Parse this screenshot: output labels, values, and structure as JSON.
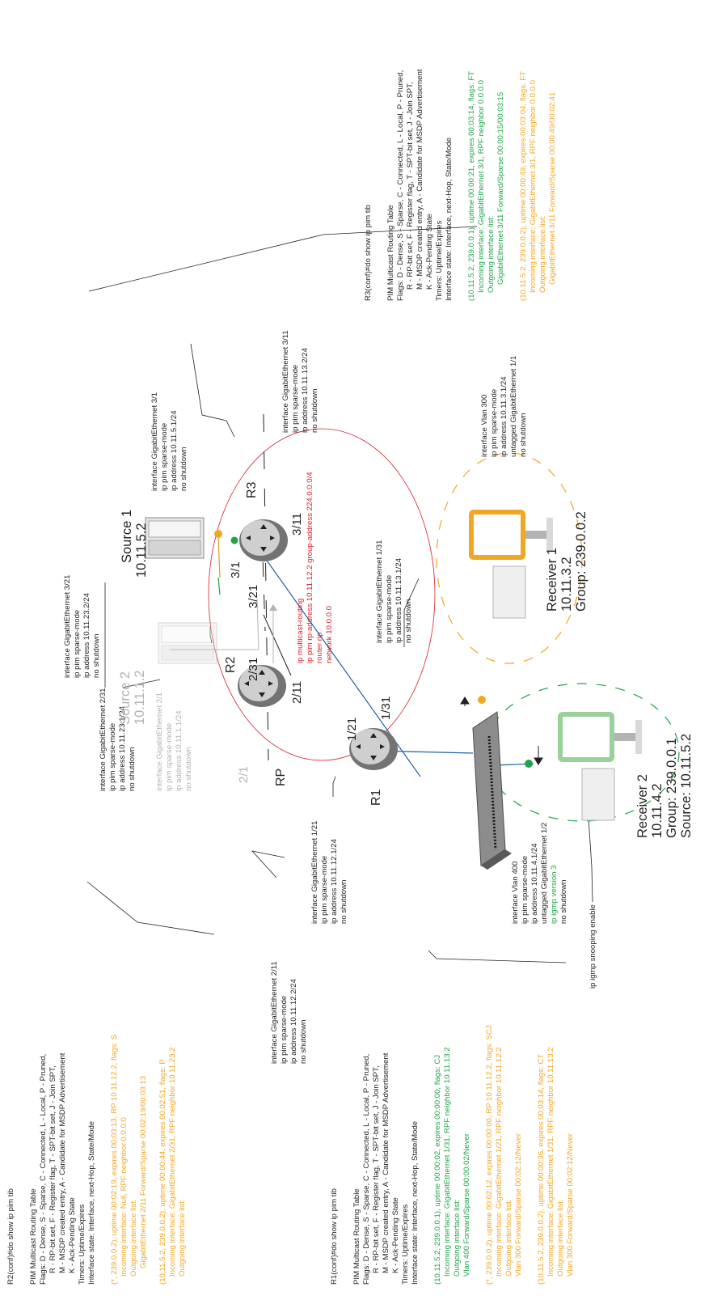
{
  "colors": {
    "text": "#231f20",
    "green": "#1fa44a",
    "orange": "#f1a624",
    "red": "#d4202b",
    "blue": "#1f63a8",
    "gray": "#b3b3b3"
  },
  "r2_table": {
    "cmd": "R2(conf)#do show ip pim tib",
    "lines": [
      "PIM Multicast Routing Table",
      "Flags: D - Dense, S - Sparse, C - Connected, L - Local, P - Pruned,",
      "R - RP-bit set, F - Register flag, T - SPT-bit set, J - Join SPT,",
      "M - MSDP created entry, A - Candidate for MSDP Advertisement",
      "K - Ack-Pending State",
      "Timers: Uptime/Expires",
      "Interface state: Interface, next-Hop, State/Mode"
    ],
    "entry1": [
      "(*, 239.0.0.2), uptime 00:02:19, expires 00:03:13, RP 10.11.12.2, flags: S",
      "Incoming interface: Null, RPF neighbor 0.0.0.0",
      "Outgoing interface list:",
      "GigabitEthernet 2/11 Forward/Sparse   00:02:19/00:03:13"
    ],
    "entry2": [
      "(10.11.5.2, 239.0.0.2), uptime 00:00:44, expires 00:02:51, flags: P",
      "Incoming interface: GigabitEthernet 2/31, RPF neighbor 10.11.23.2",
      "Outgoing interface list:"
    ]
  },
  "r1_table": {
    "cmd": "R1(conf)#do show ip pim tib",
    "lines": [
      "PIM Multicast Routing Table",
      "Flags: D - Dense, S - Sparse, C - Connected, L - Local, P - Pruned,",
      "R - RP-bit set, F - Register flag, T - SPT-bit set, J - Join SPT,",
      "M - MSDP created entry, A - Candidate for MSDP Advertisement",
      "K - Ack-Pending State",
      "Timers: Uptime/Expires",
      "Interface state: Interface, next-Hop, State/Mode"
    ],
    "entry1": [
      "(10.11.5.2, 239.0.0.1), uptime 00:00:02, expires 00:00:00, flags: CJ",
      "Incoming interface: GigabitEthernet 1/31, RPF neighbor 10.11.13.2",
      "Outgoing interface list:",
      "Vlan 400  Forward/Sparse   00:00:02/Never"
    ],
    "entry2": [
      "(*, 239.0.0.2), uptime 00:02:12, expires 00:00:00, RP 10.11.12.2, flags: SCJ",
      "Incoming interface: GigabitEthernet 1/21, RPF neighbor 10.11.12.2",
      "Outgoing interface list:",
      "Vlan 300  Forward/Sparse   00:02:12/Never"
    ],
    "entry3": [
      "(10.11.5.2, 239.0.0.2), uptime 00:00:36, expires 00:03:14, flags: CT",
      "Incoming interface: GigabitEthernet 1/31, RPF neighbor 10.11.13.2",
      "Outgoing interface list:",
      "Vlan 300  Forward/Sparse   00:02:12/Never"
    ]
  },
  "r3_table": {
    "cmd": "R3(conf)#do show ip pim tib",
    "lines": [
      "PIM Multicast Routing Table",
      "Flags: D - Dense, S - Sparse, C - Connected, L - Local, P - Pruned,",
      "R - RP-bit set, F - Register flag, T - SPT-bit set, J - Join SPT,",
      "M - MSDP created entry, A - Candidate for MSDP Advertisement",
      "K - Ack-Pending State",
      "Timers: Uptime/Expires",
      "Interface state: Interface, next-Hop, State/Mode"
    ],
    "entry1": [
      "(10.11.5.2, 239.0.0.1), uptime 00:00:21, expires 00:03:14, flags: FT",
      "Incoming interface: GigabitEthernet 3/1, RPF neighbor 0.0.0.0",
      "Outgoing interface list:",
      "GigabitEthernet 3/11  Forward/Sparse   00:00:15/00:03:15"
    ],
    "entry2": [
      "(10.11.5.2, 239.0.0.2), uptime 00:00:49, expires 00:03:04, flags: FT",
      "Incoming interface: GigabitEthernet 3/1, RPF neighbor 0.0.0.0",
      "Outgoing interface list:",
      "GigabitEthernet 3/11  Forward/Sparse   00:00:49/00:02:41"
    ]
  },
  "configs": {
    "r3_gi31": [
      "interface GigabitEthernet 3/1",
      "ip pim sparse-mode",
      "ip address 10.11.5.1/24",
      "no shutdown"
    ],
    "r3_gi311": [
      "interface GigabitEthernet 3/11",
      "ip pim sparse-mode",
      "ip address 10.11.13.2/24",
      "no shutdown"
    ],
    "r3_gi321": [
      "interface GigabitEthernet 3/21",
      "ip pim sparse-mode",
      "ip address 10.11.23.2/24",
      "no shutdown"
    ],
    "r2_gi231": [
      "interface GigabitEthernet 2/31",
      "ip pim sparse-mode",
      "ip address 10.11.23.1/24",
      "no shutdown"
    ],
    "r2_gi21": [
      "interface GigabitEthernet 2/1",
      "ip pim sparse-mode",
      "ip address 10.11.1.1/24",
      "no shutdown"
    ],
    "r2_gi211": [
      "interface GigabitEthernet 2/11",
      "ip pim sparse-mode",
      "ip address 10.11.12.2/24",
      "no shutdown"
    ],
    "r1_gi131": [
      "interface GigabitEthernet 1/31",
      "ip pim sparse-mode",
      "ip address 10.11.13.1/24",
      "no shutdown"
    ],
    "r1_gi121": [
      "interface GigabitEthernet 1/21",
      "ip pim sparse-mode",
      "ip address 10.11.12.1/24",
      "no shutdown"
    ],
    "vlan300": [
      "interface Vlan 300",
      "ip pim sparse-mode",
      "ip address 10.11.3.1/24",
      "untagged GigabitEthernet 1/1",
      "no shutdown"
    ],
    "vlan400": {
      "lines": [
        "interface Vlan 400",
        "ip pim sparse-mode",
        "ip address 10.11.4.1/24",
        "untagged GigabitEthernet 1/2"
      ],
      "igmp": "ip igmp version 3",
      "end": "no shutdown"
    },
    "snooping": "ip igmp snooping enable",
    "global": [
      "ip multicast-routing",
      "ip pim rp-address 10.11.12.2 group-address 224.0.0.0/4",
      "router rip",
      "network 10.0.0.0"
    ]
  },
  "ports": {
    "p31": "3/1",
    "p311": "3/11",
    "p321": "3/21",
    "p231": "2/31",
    "p211": "2/11",
    "p21": "2/1",
    "p131": "1/31",
    "p121": "1/21"
  },
  "routers": {
    "r1": "R1",
    "r2": "R2",
    "r3": "R3",
    "rp": "RP"
  },
  "source1": {
    "name": "Source 1",
    "ip": "10.11.5.2"
  },
  "source2": {
    "name": "Source 2",
    "ip": "10.11.1.2"
  },
  "receiver1": {
    "name": "Receiver 1",
    "ip": "10.11.3.2",
    "group": "Group: 239.0.0.2"
  },
  "receiver2": {
    "name": "Receiver 2",
    "ip": "10.11.4.2",
    "group": "Group: 239.0.0.1",
    "source": "Source: 10.11.5.2"
  }
}
